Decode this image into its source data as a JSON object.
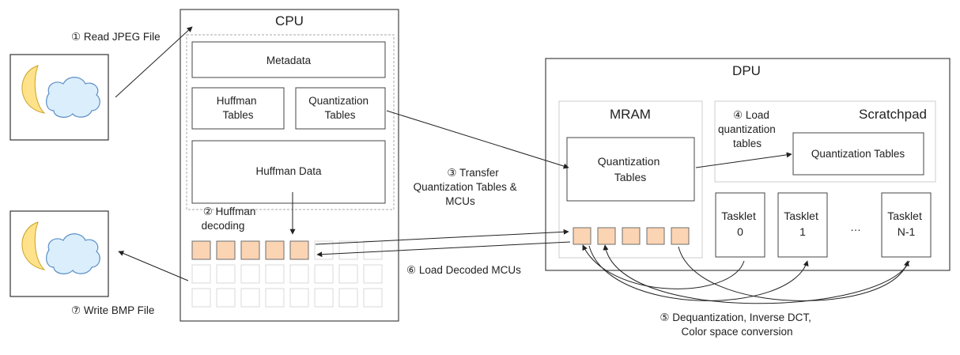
{
  "steps": {
    "read_jpeg": "① Read JPEG File",
    "huffman_decoding": [
      "② Huffman",
      "decoding"
    ],
    "transfer": [
      "③ Transfer",
      "Quantization Tables &",
      "MCUs"
    ],
    "load_quant": [
      "④ Load",
      "quantization",
      "tables"
    ],
    "dequant": [
      "⑤ Dequantization, Inverse DCT,",
      "Color space conversion"
    ],
    "load_decoded": "⑥ Load Decoded MCUs",
    "write_bmp": "⑦ Write BMP File"
  },
  "cpu": {
    "title": "CPU",
    "metadata": "Metadata",
    "huffman_tables": [
      "Huffman",
      "Tables"
    ],
    "quantization_tables": [
      "Quantization",
      "Tables"
    ],
    "huffman_data": "Huffman Data"
  },
  "dpu": {
    "title": "DPU",
    "mram": {
      "title": "MRAM",
      "quantization_tables": [
        "Quantization",
        "Tables"
      ]
    },
    "scratchpad": {
      "title": "Scratchpad",
      "quantization_tables": "Quantization Tables"
    },
    "tasklets": [
      [
        "Tasklet",
        "0"
      ],
      [
        "Tasklet",
        "1"
      ],
      [
        "Tasklet",
        "N-1"
      ]
    ],
    "ellipsis": "…"
  },
  "colors": {
    "mcu_fill": "#fbd4b4",
    "mcu_stroke": "#6e6e6e",
    "grid_stroke": "#d9d9d9",
    "moon": "#ffe28a",
    "cloud": "#dbeefc",
    "cloud_stroke": "#5b8fc7"
  }
}
